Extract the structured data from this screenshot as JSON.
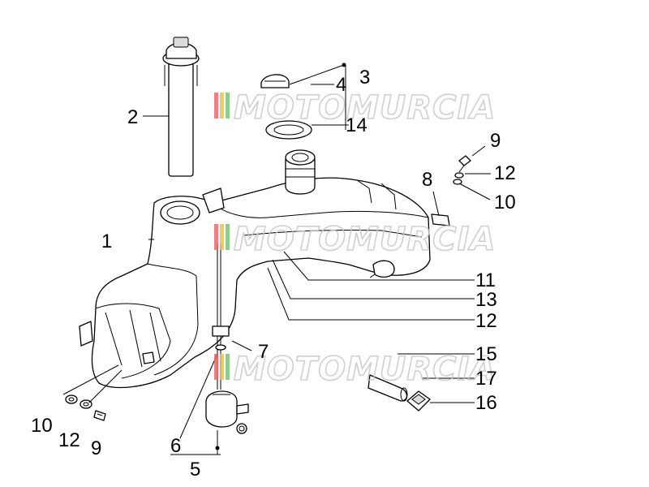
{
  "watermark": "MOTOMURCIA",
  "watermark_colors": [
    "#e86a6a",
    "#f0c24a",
    "#7cc37c",
    "#cfcfcf"
  ],
  "callouts": [
    {
      "id": "1",
      "text": "1"
    },
    {
      "id": "2",
      "text": "2"
    },
    {
      "id": "3",
      "text": "3"
    },
    {
      "id": "4",
      "text": "4"
    },
    {
      "id": "14",
      "text": "14"
    },
    {
      "id": "9a",
      "text": "9"
    },
    {
      "id": "12a",
      "text": "12"
    },
    {
      "id": "10a",
      "text": "10"
    },
    {
      "id": "8",
      "text": "8"
    },
    {
      "id": "11",
      "text": "11"
    },
    {
      "id": "13",
      "text": "13"
    },
    {
      "id": "12b",
      "text": "12"
    },
    {
      "id": "7",
      "text": "7"
    },
    {
      "id": "15",
      "text": "15"
    },
    {
      "id": "17",
      "text": "17"
    },
    {
      "id": "16",
      "text": "16"
    },
    {
      "id": "6",
      "text": "6"
    },
    {
      "id": "5",
      "text": "5"
    },
    {
      "id": "10b",
      "text": "10"
    },
    {
      "id": "12c",
      "text": "12"
    },
    {
      "id": "9b",
      "text": "9"
    }
  ]
}
